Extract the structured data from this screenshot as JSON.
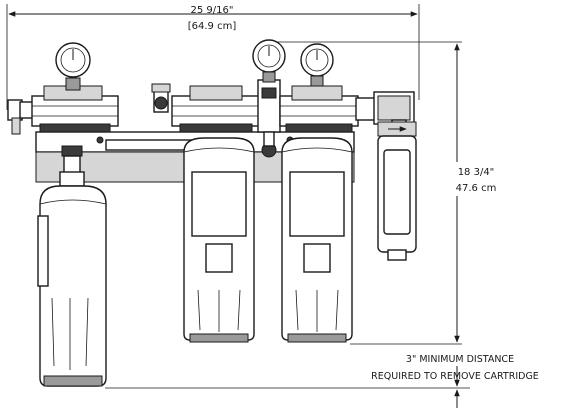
{
  "dimensions": {
    "width_imperial": "25 9/16\"",
    "width_metric": "[64.9 cm]",
    "height_imperial": "18 3/4\"",
    "height_metric": "47.6 cm"
  },
  "notes": {
    "clearance_line1": "3\" MINIMUM DISTANCE",
    "clearance_line2": "REQUIRED TO REMOVE CARTRIDGE"
  }
}
